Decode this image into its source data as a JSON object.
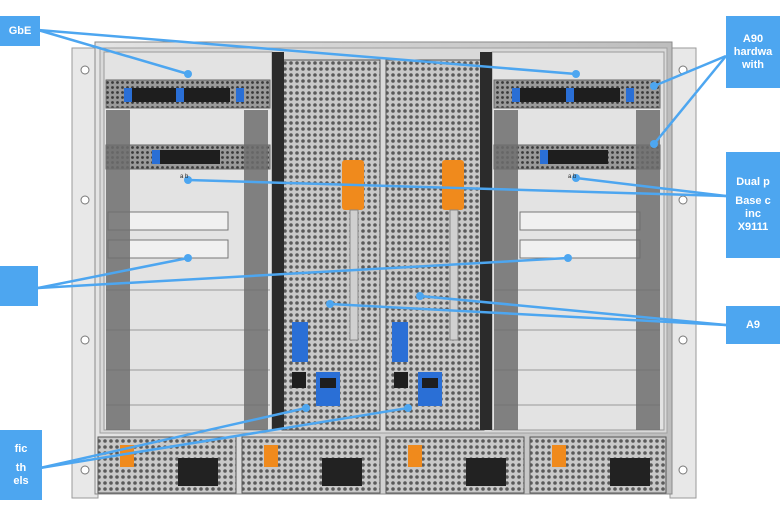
{
  "callouts": {
    "top_left": {
      "lines": [
        "GbE"
      ]
    },
    "top_right": {
      "lines": [
        "A90",
        "hardwa",
        "with"
      ]
    },
    "mid_right": {
      "lines": [
        "Dual p",
        "Base c",
        "inc",
        "X9111"
      ]
    },
    "mid_left": {
      "lines": [
        ""
      ]
    },
    "lower_right": {
      "lines": [
        "A9"
      ]
    },
    "bottom_left": {
      "lines": [
        "fic",
        "th",
        "els"
      ]
    }
  },
  "controllers": {
    "slot_label_left": "a   b",
    "slot_label_right": "a   b"
  },
  "colors": {
    "callout": "#4da6f0",
    "chassis": "#d6d6d6",
    "latch_orange": "#f08a1c",
    "port_blue": "#2a6fd6"
  }
}
